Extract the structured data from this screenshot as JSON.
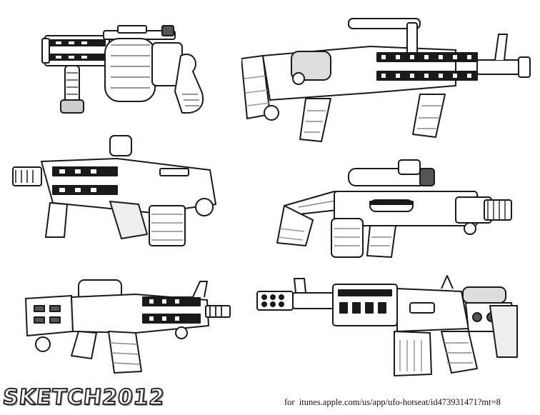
{
  "artwork": {
    "subject": "weapon-concept-sketches",
    "palette": {
      "ink": "#1a1a1a",
      "shade": "#bdbdbd",
      "paper": "#ffffff",
      "detail": "#777777"
    },
    "items": [
      {
        "name": "grenade-launcher-sketch"
      },
      {
        "name": "light-machine-gun-sketch"
      },
      {
        "name": "bullpup-rifle-sketch"
      },
      {
        "name": "scoped-carbine-sketch"
      },
      {
        "name": "assault-rifle-sketch"
      },
      {
        "name": "heavy-rifle-sketch"
      }
    ]
  },
  "signature": {
    "text": "SKETCH2012"
  },
  "credit": {
    "prefix": "for",
    "url": "itunes.apple.com/us/app/ufo-hotseat/id473931471?mt=8"
  }
}
